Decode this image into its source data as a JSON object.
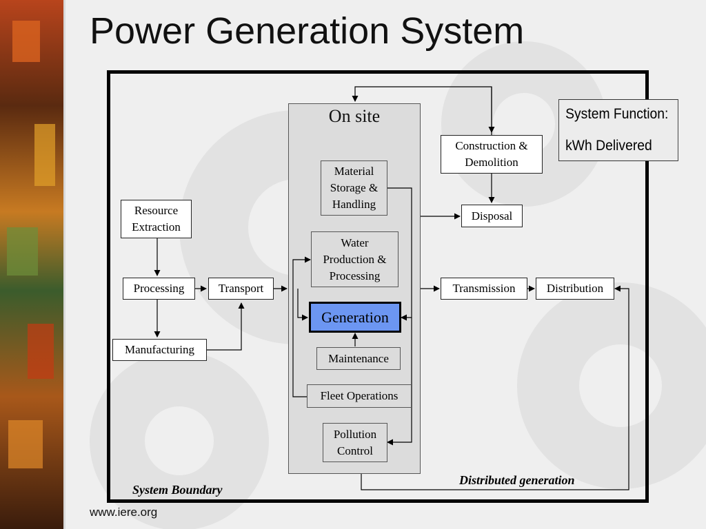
{
  "slide": {
    "title": "Power Generation System",
    "footer": "www.iere.org"
  },
  "diagram": {
    "on_site_label": "On site",
    "system_function": {
      "line1": "System Function:",
      "line2": "kWh Delivered"
    },
    "nodes": {
      "resource_extraction": [
        "Resource",
        "Extraction"
      ],
      "processing": "Processing",
      "transport": "Transport",
      "manufacturing": "Manufacturing",
      "material_storage": [
        "Material",
        "Storage &",
        "Handling"
      ],
      "water_production": [
        "Water",
        "Production &",
        "Processing"
      ],
      "generation": "Generation",
      "maintenance": "Maintenance",
      "fleet_operations": "Fleet Operations",
      "pollution_control": [
        "Pollution",
        "Control"
      ],
      "construction_demolition": [
        "Construction &",
        "Demolition"
      ],
      "disposal": "Disposal",
      "transmission": "Transmission",
      "distribution": "Distribution"
    },
    "captions": {
      "system_boundary": "System Boundary",
      "distributed_generation": "Distributed generation"
    },
    "colors": {
      "generation_fill": "#6c96f2",
      "on_site_fill": "#dcdcdc"
    }
  }
}
